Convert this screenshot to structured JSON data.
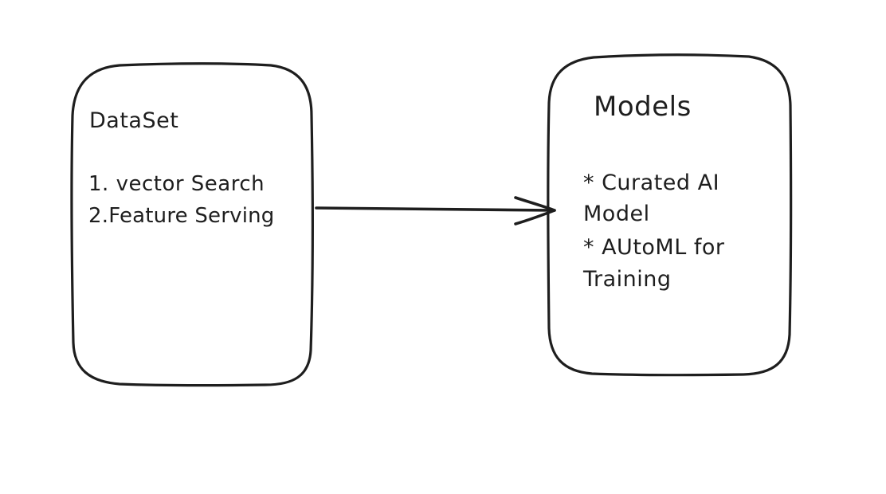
{
  "diagram": {
    "dataset_box": {
      "title": "DataSet",
      "items": [
        "1. vector Search",
        "2.Feature Serving"
      ]
    },
    "models_box": {
      "title": "Models",
      "lines": [
        "* Curated AI",
        "Model",
        "* AUtoML for",
        "Training"
      ]
    },
    "edges": [
      {
        "from": "DataSet",
        "to": "Models",
        "style": "arrow"
      }
    ],
    "stroke_color": "#1e1e1e",
    "background": "#ffffff"
  }
}
